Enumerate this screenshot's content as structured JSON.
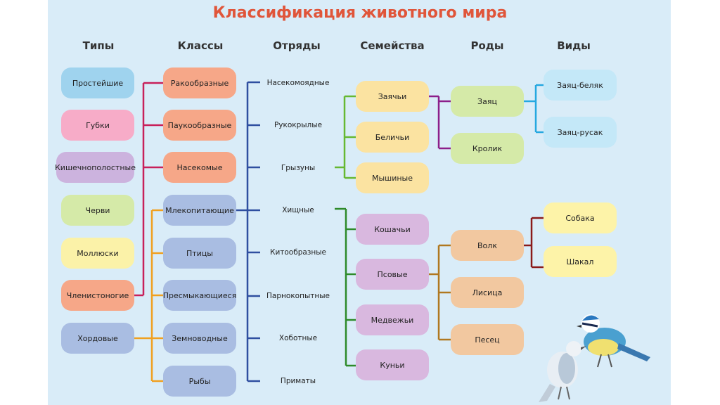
{
  "title": "Классификация животного мира",
  "headers": [
    "Типы",
    "Классы",
    "Отряды",
    "Семейства",
    "Роды",
    "Виды"
  ],
  "types": [
    "Простейшие",
    "Губки",
    "Кишечнополостные",
    "Черви",
    "Моллюски",
    "Членистоногие",
    "Хордовые"
  ],
  "classes": [
    "Ракообразные",
    "Паукообразные",
    "Насекомые",
    "Млекопитающие",
    "Птицы",
    "Пресмыкающиеся",
    "Земноводные",
    "Рыбы"
  ],
  "orders": [
    "Насекомоядные",
    "Рукокрылые",
    "Грызуны",
    "Хищные",
    "Китообразные",
    "Парнокопытные",
    "Хоботные",
    "Приматы"
  ],
  "families": [
    "Заячьи",
    "Беличьи",
    "Мышиные",
    "Кошачьи",
    "Псовые",
    "Медвежьи",
    "Куньи"
  ],
  "genera": [
    "Заяц",
    "Кролик",
    "Волк",
    "Лисица",
    "Песец"
  ],
  "species": [
    "Заяц-беляк",
    "Заяц-русак",
    "Собака",
    "Шакал"
  ],
  "colors": {
    "blue": "#9fd3ee",
    "pink": "#f7acc8",
    "lavender": "#ccb3de",
    "green": "#d5eaa8",
    "yellow": "#fbf2a8",
    "salmon": "#f6a788",
    "periwinkle": "#a9bde2",
    "purple": "#d9b8df",
    "cream": "#fbe3a1",
    "tan": "#f2c8a0",
    "lightblue": "#c4e8f8",
    "paleyellow": "#fdf3a8",
    "line_magenta": "#c8205a",
    "line_orange": "#f0a020",
    "line_blue": "#2f4fa0",
    "line_green": "#66b832",
    "line_darkgreen": "#2e8a2a",
    "line_purple": "#8c1f8a",
    "line_brown": "#b07820",
    "line_cyan": "#25a8e0",
    "line_maroon": "#8a1a1a"
  }
}
